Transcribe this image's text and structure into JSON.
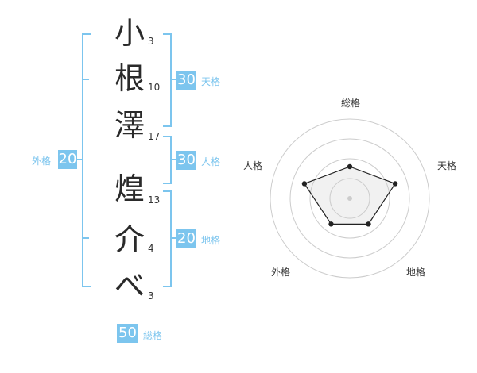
{
  "name": {
    "characters": [
      {
        "char": "小",
        "strokes": "3"
      },
      {
        "char": "根",
        "strokes": "10"
      },
      {
        "char": "澤",
        "strokes": "17"
      },
      {
        "char": "煌",
        "strokes": "13"
      },
      {
        "char": "介",
        "strokes": "4"
      },
      {
        "char": "べ",
        "strokes": "3"
      }
    ]
  },
  "scores": {
    "tenkaku": {
      "value": "30",
      "label": "天格"
    },
    "jinkaku": {
      "value": "30",
      "label": "人格"
    },
    "chikaku": {
      "value": "20",
      "label": "地格"
    },
    "gaikaku": {
      "value": "20",
      "label": "外格"
    },
    "soukaku": {
      "value": "50",
      "label": "総格"
    }
  },
  "colors": {
    "accent": "#7cc5ee",
    "text": "#333333"
  },
  "chart_data": {
    "type": "radar",
    "axes": [
      "総格",
      "天格",
      "地格",
      "外格",
      "人格"
    ],
    "values": [
      0.4,
      0.6,
      0.4,
      0.4,
      0.6
    ],
    "rings": 4,
    "grid": true
  }
}
